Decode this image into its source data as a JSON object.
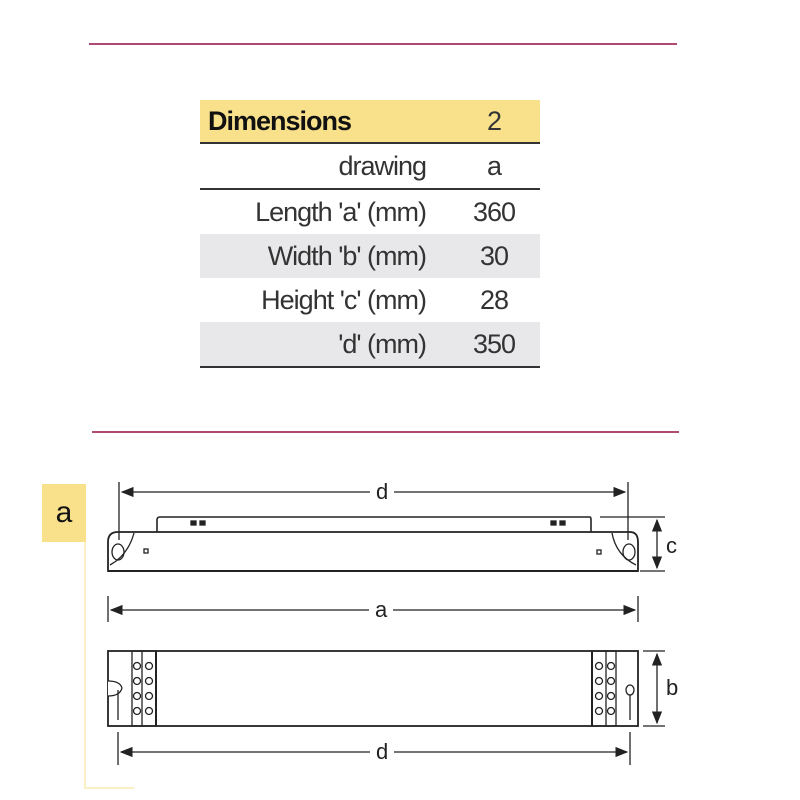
{
  "table": {
    "header": {
      "label": "Dimensions",
      "value": "2"
    },
    "subheader": {
      "label": "drawing",
      "value": "a"
    },
    "rows": [
      {
        "label": "Length 'a' (mm)",
        "value": "360"
      },
      {
        "label": "Width 'b' (mm)",
        "value": "30"
      },
      {
        "label": "Height 'c' (mm)",
        "value": "28"
      },
      {
        "label": "'d' (mm)",
        "value": "350"
      }
    ]
  },
  "drawing": {
    "badge": "a",
    "labels": {
      "d_top": "d",
      "c": "c",
      "a": "a",
      "b": "b",
      "d_bottom": "d"
    }
  },
  "colors": {
    "rule": "#b04a72",
    "header_bg": "#f8e18a",
    "row_shade": "#e8e8ea"
  }
}
